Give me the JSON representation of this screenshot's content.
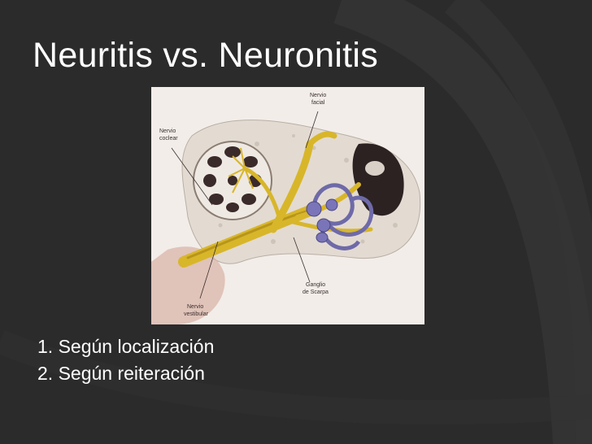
{
  "slide": {
    "title": "Neuritis vs. Neuronitis",
    "items": [
      "1. Según localización",
      "2. Según reiteración"
    ]
  },
  "figure": {
    "labels": {
      "nervio_facial_1": "Nervio",
      "nervio_facial_2": "facial",
      "nervio_coclear_1": "Nervio",
      "nervio_coclear_2": "coclear",
      "ganglio_1": "Ganglio",
      "ganglio_2": "de Scarpa",
      "nervio_vestibular_1": "Nervio",
      "nervio_vestibular_2": "vestibular"
    }
  },
  "colors": {
    "background": "#2b2b2b",
    "arc": "#3a3a3a",
    "text": "#ffffff",
    "nerve": "#d8b62a",
    "canal": "#6e6aa8"
  }
}
